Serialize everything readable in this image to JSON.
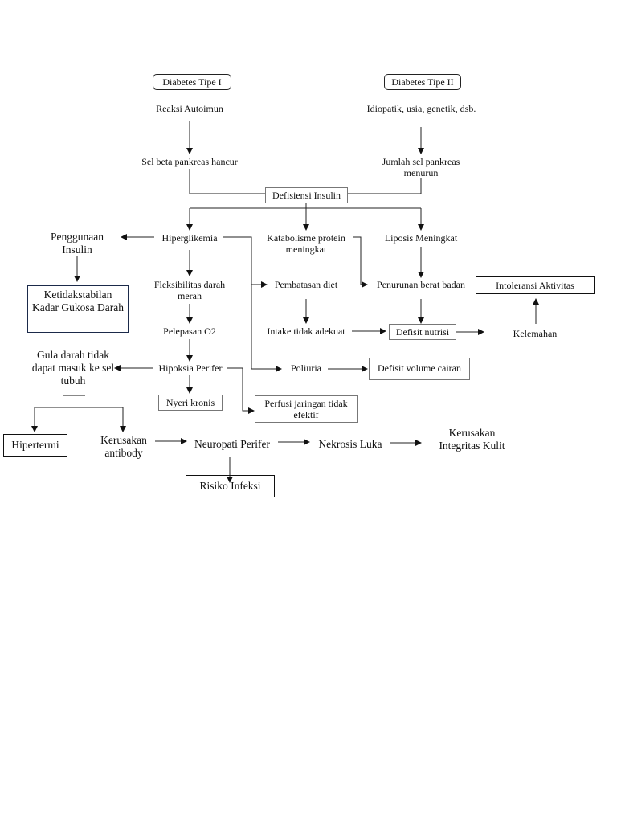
{
  "nodes": {
    "dm1": "Diabetes Tipe I",
    "dm2": "Diabetes Tipe II",
    "autoimun": "Reaksi Autoimun",
    "idiopatik": "Idiopatik, usia, genetik, dsb.",
    "selbeta": "Sel beta pankreas hancur",
    "jumlahsel": "Jumlah sel pankreas menurun",
    "defisiensi": "Defisiensi Insulin",
    "hiperglikemia": "Hiperglikemia",
    "katabolisme": "Katabolisme protein meningkat",
    "liposis": "Liposis Meningkat",
    "penggunaan": "Penggunaan Insulin",
    "ketidakstabilan": "Ketidakstabilan Kadar Gukosa Darah",
    "fleksibilitas": "Fleksibilitas darah merah",
    "pembatasan": "Pembatasan diet",
    "penurunan": "Penurunan berat badan",
    "intoleransi": "Intoleransi Aktivitas",
    "pelepasan": "Pelepasan O2",
    "intake": "Intake tidak adekuat",
    "defisitnutrisi": "Defisit nutrisi",
    "kelemahan": "Kelemahan",
    "guladarah": "Gula darah tidak dapat masuk ke sel tubuh",
    "hipoksia": "Hipoksia Perifer",
    "poliuria": "Poliuria",
    "defisitcairan": "Defisit volume cairan",
    "nyeri": "Nyeri kronis",
    "perfusi": "Perfusi jaringan tidak efektif",
    "hipertermi": "Hipertermi",
    "kerusakanantibody": "Kerusakan antibody",
    "neuropati": "Neuropati Perifer",
    "nekrosis": "Nekrosis Luka",
    "integritas": "Kerusakan Integritas Kulit",
    "infeksi": "Risiko Infeksi"
  }
}
